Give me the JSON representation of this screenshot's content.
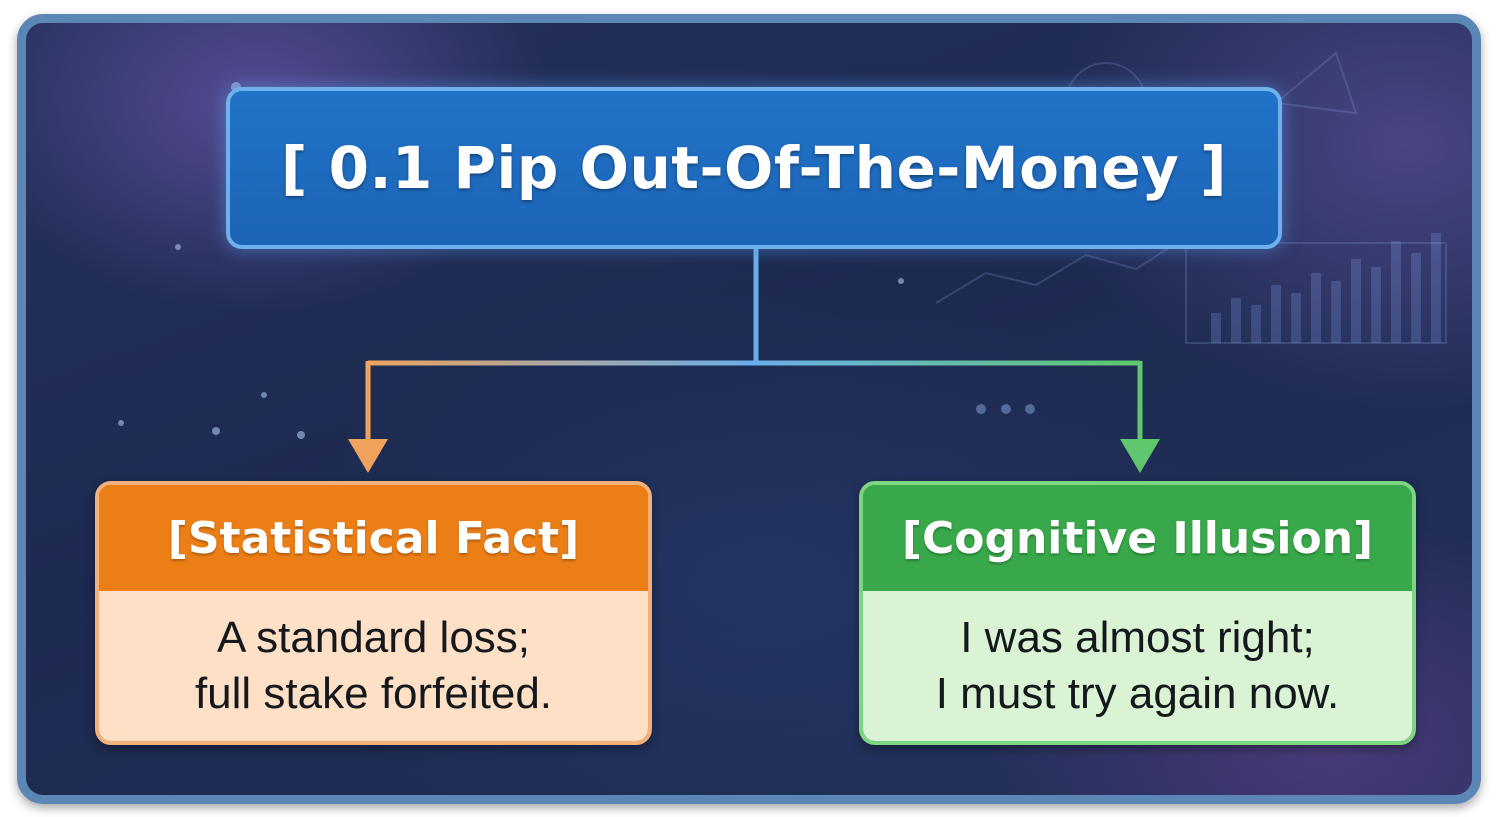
{
  "colors": {
    "frame_border": "#5b86b5",
    "background_dark": "#1d2a50",
    "title_box": "#1c64b6",
    "title_border": "#6fb1ec",
    "fact_header": "#ec7e16",
    "fact_body": "#fde0c6",
    "illusion_header": "#38a84a",
    "illusion_body": "#d9f3d4",
    "arrow_left": "#f0a35c",
    "arrow_right": "#5fc86e",
    "connector_center": "#6aaeea"
  },
  "title": {
    "text": "[ 0.1 Pip Out-Of-The-Money ]"
  },
  "branches": [
    {
      "header": "[Statistical Fact]",
      "body_lines": [
        "A standard loss;",
        "full stake forfeited."
      ]
    },
    {
      "header": "[Cognitive Illusion]",
      "body_lines": [
        "I was almost right;",
        "I must try again now."
      ]
    }
  ]
}
